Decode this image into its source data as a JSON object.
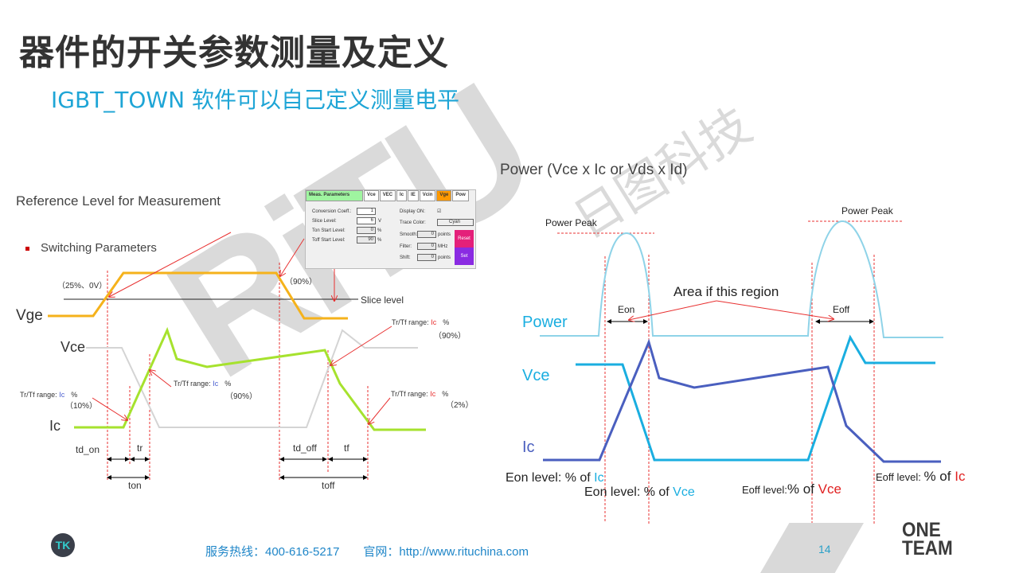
{
  "title": "器件的开关参数测量及定义",
  "subtitle": "IGBT_TOWN 软件可以自己定义测量电平",
  "left": {
    "heading": "Reference Level for Measurement",
    "bullet": "Switching Parameters",
    "labels": {
      "vge": "Vge",
      "vce": "Vce",
      "ic": "Ic",
      "slice": "Slice level",
      "p25": "（25%、0V）",
      "p90": "（90%）",
      "trtf": "Tr/Tf range: ",
      "ic_word": "Ic",
      "pct": "%",
      "l10": "（10%）",
      "l90a": "（90%）",
      "l90b": "（90%）",
      "l2": "（2%）",
      "td_on": "td_on",
      "tr": "tr",
      "ton": "ton",
      "td_off": "td_off",
      "tf": "tf",
      "toff": "toff"
    },
    "colors": {
      "vge": "#f5b21b",
      "vce": "#c8c8c8",
      "ic": "#a6e22e",
      "marker": "#e83030"
    }
  },
  "panel": {
    "tabs": [
      "Meas. Parameters",
      "Vce",
      "VEC",
      "Ic",
      "IE",
      "Vcin",
      "Vge",
      "Pow"
    ],
    "fields": [
      {
        "label": "Conversion Coeff.:",
        "value": "1",
        "unit": ""
      },
      {
        "label": "Slice Level:",
        "value": "6",
        "unit": "V"
      },
      {
        "label": "Ton Start Level:",
        "value": "0",
        "unit": "%"
      },
      {
        "label": "Toff Start Level:",
        "value": "90",
        "unit": "%"
      }
    ],
    "display_on": "Display ON:",
    "check": "☑",
    "trace_color": "Trace Color:",
    "trace_value": "Cyan",
    "smooth": "Smooth:",
    "smooth_v": "0",
    "smooth_u": "points",
    "filter": "Filter:",
    "filter_v": "0",
    "filter_u": "MHz",
    "shift": "Shift:",
    "shift_v": "0",
    "shift_u": "points",
    "reset": "Reset",
    "set": "Set"
  },
  "right": {
    "title": "Power (Vce x Ic  or  Vds x Id)",
    "power_peak": "Power Peak",
    "area": "Area if this region",
    "eon": "Eon",
    "eoff": "Eoff",
    "power": "Power",
    "vce": "Vce",
    "ic": "Ic",
    "eon_ic": "Eon level: % of ",
    "eon_ic_c": "Ic",
    "eon_vce": "Eon level: % of ",
    "eon_vce_c": "Vce",
    "eoff_vce": "Eoff level:",
    "eoff_vce2": "% of ",
    "eoff_vce_c": "Vce",
    "eoff_ic": "Eoff level: ",
    "eoff_ic2": "% of ",
    "eoff_ic_c": "Ic",
    "colors": {
      "power": "#8fd3e8",
      "vce": "#1aaee0",
      "ic": "#4a5fbf"
    }
  },
  "watermark": {
    "brand": "RiTU",
    "cn": "日图科技"
  },
  "footer": {
    "hotline": "服务热线：400-616-5217",
    "site": "官网：http://www.rituchina.com",
    "page": "14",
    "one": "ONE",
    "team": "TEAM",
    "logo": "TK"
  }
}
